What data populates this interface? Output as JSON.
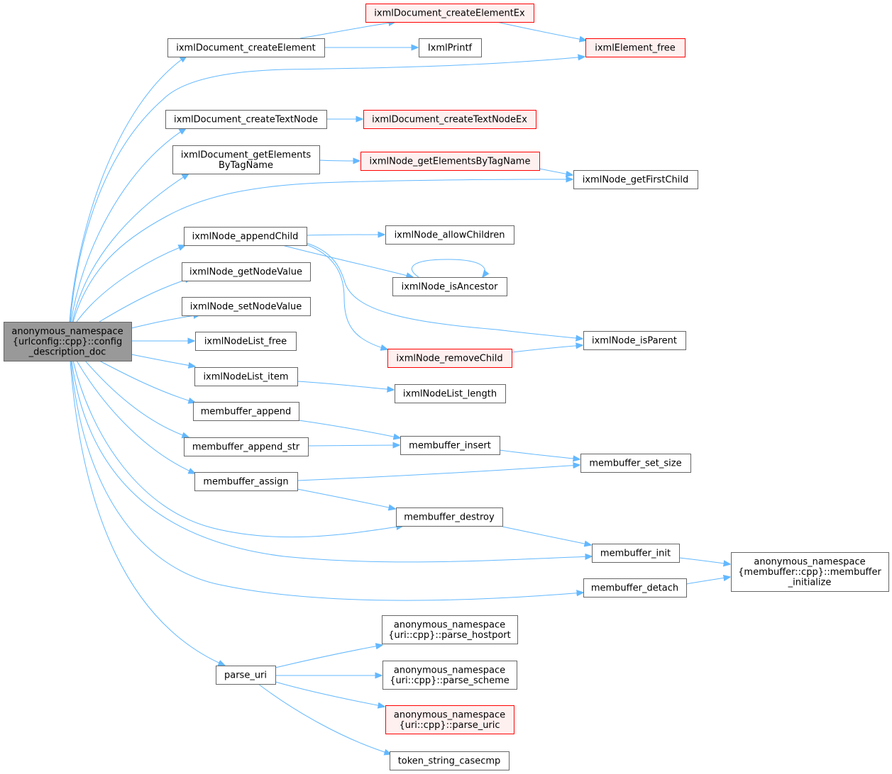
{
  "diagram": {
    "root_id": "root",
    "colors": {
      "edge": "#63b8ff",
      "node_border": "#666666",
      "node_fill": "#ffffff",
      "root_fill": "#999999",
      "root_border": "#666666",
      "truncated_border": "#ff0000",
      "truncated_fill": "#fff0f0"
    },
    "nodes": [
      {
        "id": "root",
        "lines": [
          "anonymous_namespace",
          "{urlconfig::cpp}::config",
          "_description_doc"
        ],
        "kind": "root"
      },
      {
        "id": "create_element",
        "lines": [
          "ixmlDocument_createElement"
        ],
        "kind": "normal"
      },
      {
        "id": "create_element_ex",
        "lines": [
          "ixmlDocument_createElementEx"
        ],
        "kind": "truncated"
      },
      {
        "id": "ixml_printf",
        "lines": [
          "IxmlPrintf"
        ],
        "kind": "normal"
      },
      {
        "id": "element_free",
        "lines": [
          "ixmlElement_free"
        ],
        "kind": "truncated"
      },
      {
        "id": "create_text_node",
        "lines": [
          "ixmlDocument_createTextNode"
        ],
        "kind": "normal"
      },
      {
        "id": "create_text_node_ex",
        "lines": [
          "ixmlDocument_createTextNodeEx"
        ],
        "kind": "truncated"
      },
      {
        "id": "get_elements_by_tag",
        "lines": [
          "ixmlDocument_getElements",
          "ByTagName"
        ],
        "kind": "normal"
      },
      {
        "id": "node_get_elements_by_tag",
        "lines": [
          "ixmlNode_getElementsByTagName"
        ],
        "kind": "truncated"
      },
      {
        "id": "get_first_child",
        "lines": [
          "ixmlNode_getFirstChild"
        ],
        "kind": "normal"
      },
      {
        "id": "append_child",
        "lines": [
          "ixmlNode_appendChild"
        ],
        "kind": "normal"
      },
      {
        "id": "allow_children",
        "lines": [
          "ixmlNode_allowChildren"
        ],
        "kind": "normal"
      },
      {
        "id": "is_ancestor",
        "lines": [
          "ixmlNode_isAncestor"
        ],
        "kind": "normal"
      },
      {
        "id": "get_node_value",
        "lines": [
          "ixmlNode_getNodeValue"
        ],
        "kind": "normal"
      },
      {
        "id": "set_node_value",
        "lines": [
          "ixmlNode_setNodeValue"
        ],
        "kind": "normal"
      },
      {
        "id": "is_parent",
        "lines": [
          "ixmlNode_isParent"
        ],
        "kind": "normal"
      },
      {
        "id": "node_list_free",
        "lines": [
          "ixmlNodeList_free"
        ],
        "kind": "normal"
      },
      {
        "id": "remove_child",
        "lines": [
          "ixmlNode_removeChild"
        ],
        "kind": "truncated"
      },
      {
        "id": "node_list_item",
        "lines": [
          "ixmlNodeList_item"
        ],
        "kind": "normal"
      },
      {
        "id": "node_list_length",
        "lines": [
          "ixmlNodeList_length"
        ],
        "kind": "normal"
      },
      {
        "id": "membuffer_append",
        "lines": [
          "membuffer_append"
        ],
        "kind": "normal"
      },
      {
        "id": "membuffer_insert",
        "lines": [
          "membuffer_insert"
        ],
        "kind": "normal"
      },
      {
        "id": "membuffer_append_str",
        "lines": [
          "membuffer_append_str"
        ],
        "kind": "normal"
      },
      {
        "id": "membuffer_set_size",
        "lines": [
          "membuffer_set_size"
        ],
        "kind": "normal"
      },
      {
        "id": "membuffer_assign",
        "lines": [
          "membuffer_assign"
        ],
        "kind": "normal"
      },
      {
        "id": "membuffer_destroy",
        "lines": [
          "membuffer_destroy"
        ],
        "kind": "normal"
      },
      {
        "id": "membuffer_init",
        "lines": [
          "membuffer_init"
        ],
        "kind": "normal"
      },
      {
        "id": "membuffer_initialize",
        "lines": [
          "anonymous_namespace",
          "{membuffer::cpp}::membuffer",
          "_initialize"
        ],
        "kind": "normal"
      },
      {
        "id": "membuffer_detach",
        "lines": [
          "membuffer_detach"
        ],
        "kind": "normal"
      },
      {
        "id": "parse_hostport",
        "lines": [
          "anonymous_namespace",
          "{uri::cpp}::parse_hostport"
        ],
        "kind": "normal"
      },
      {
        "id": "parse_uri",
        "lines": [
          "parse_uri"
        ],
        "kind": "normal"
      },
      {
        "id": "parse_scheme",
        "lines": [
          "anonymous_namespace",
          "{uri::cpp}::parse_scheme"
        ],
        "kind": "normal"
      },
      {
        "id": "parse_uric",
        "lines": [
          "anonymous_namespace",
          "{uri::cpp}::parse_uric"
        ],
        "kind": "truncated"
      },
      {
        "id": "token_string_casecmp",
        "lines": [
          "token_string_casecmp"
        ],
        "kind": "normal"
      }
    ],
    "edges": [
      {
        "from": "root",
        "to": "create_element"
      },
      {
        "from": "root",
        "to": "element_free"
      },
      {
        "from": "root",
        "to": "create_text_node"
      },
      {
        "from": "root",
        "to": "get_elements_by_tag"
      },
      {
        "from": "root",
        "to": "get_first_child"
      },
      {
        "from": "root",
        "to": "append_child"
      },
      {
        "from": "root",
        "to": "get_node_value"
      },
      {
        "from": "root",
        "to": "set_node_value"
      },
      {
        "from": "root",
        "to": "node_list_free"
      },
      {
        "from": "root",
        "to": "node_list_item"
      },
      {
        "from": "root",
        "to": "membuffer_append"
      },
      {
        "from": "root",
        "to": "membuffer_append_str"
      },
      {
        "from": "root",
        "to": "membuffer_assign"
      },
      {
        "from": "root",
        "to": "membuffer_destroy"
      },
      {
        "from": "root",
        "to": "membuffer_init"
      },
      {
        "from": "root",
        "to": "membuffer_detach"
      },
      {
        "from": "root",
        "to": "parse_uri"
      },
      {
        "from": "create_element",
        "to": "create_element_ex"
      },
      {
        "from": "create_element",
        "to": "ixml_printf"
      },
      {
        "from": "create_element_ex",
        "to": "element_free"
      },
      {
        "from": "create_text_node",
        "to": "create_text_node_ex"
      },
      {
        "from": "get_elements_by_tag",
        "to": "node_get_elements_by_tag"
      },
      {
        "from": "node_get_elements_by_tag",
        "to": "get_first_child"
      },
      {
        "from": "append_child",
        "to": "allow_children"
      },
      {
        "from": "append_child",
        "to": "is_ancestor"
      },
      {
        "from": "append_child",
        "to": "is_parent"
      },
      {
        "from": "append_child",
        "to": "remove_child"
      },
      {
        "from": "is_ancestor",
        "to": "is_ancestor"
      },
      {
        "from": "remove_child",
        "to": "is_parent"
      },
      {
        "from": "node_list_item",
        "to": "node_list_length"
      },
      {
        "from": "membuffer_append",
        "to": "membuffer_insert"
      },
      {
        "from": "membuffer_append_str",
        "to": "membuffer_insert"
      },
      {
        "from": "membuffer_insert",
        "to": "membuffer_set_size"
      },
      {
        "from": "membuffer_assign",
        "to": "membuffer_set_size"
      },
      {
        "from": "membuffer_assign",
        "to": "membuffer_destroy"
      },
      {
        "from": "membuffer_destroy",
        "to": "membuffer_init"
      },
      {
        "from": "membuffer_init",
        "to": "membuffer_initialize"
      },
      {
        "from": "membuffer_detach",
        "to": "membuffer_initialize"
      },
      {
        "from": "parse_uri",
        "to": "parse_hostport"
      },
      {
        "from": "parse_uri",
        "to": "parse_scheme"
      },
      {
        "from": "parse_uri",
        "to": "parse_uric"
      },
      {
        "from": "parse_uri",
        "to": "token_string_casecmp"
      }
    ]
  }
}
